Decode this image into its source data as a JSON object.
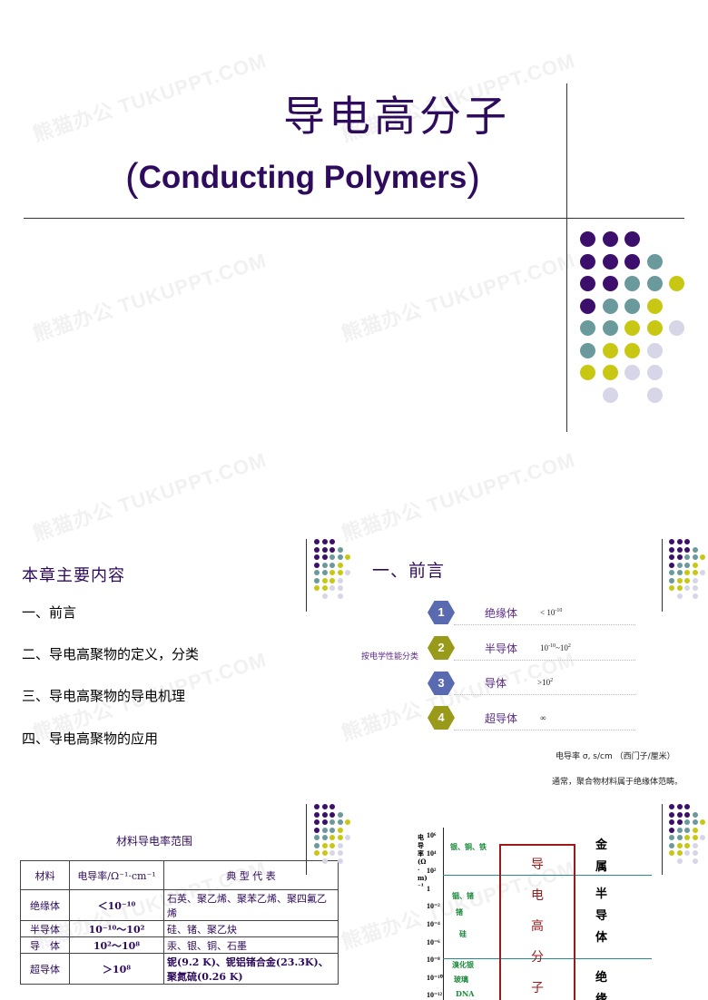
{
  "watermark": "熊猫办公 TUKUPPT.COM",
  "slide1": {
    "title_cn": "导电高分子",
    "title_en": "Conducting Polymers",
    "paren_open": "(",
    "paren_close": ")"
  },
  "colors": {
    "purple": "#3b0f6b",
    "teal": "#6a9a9c",
    "lime": "#c8c814",
    "lavender": "#d6d6e8",
    "title": "#2e0b5c"
  },
  "slide2": {
    "toc_title": "本章主要内容",
    "toc_items": [
      "一、前言",
      "二、导电高聚物的定义，分类",
      "三、导电高聚物的导电机理",
      "四、导电高聚物的应用"
    ]
  },
  "slide3": {
    "title": "一、前言",
    "side_label": "按电学性能分类",
    "items": [
      {
        "num": "1",
        "label": "绝缘体",
        "value_base": "< 10",
        "value_exp": "-10",
        "value_tail": ""
      },
      {
        "num": "2",
        "label": "半导体",
        "value_base": "10",
        "value_exp": "-10",
        "value_tail": "~10",
        "value_exp2": "2"
      },
      {
        "num": "3",
        "label": "导体",
        "value_base": ">10",
        "value_exp": "2",
        "value_tail": ""
      },
      {
        "num": "4",
        "label": "超导体",
        "value_base": "∞",
        "value_exp": "",
        "value_tail": ""
      }
    ],
    "note1": "电导率 σ, s/cm （西门子/厘米）",
    "note2": "通常，聚合物材料属于绝缘体范畴。"
  },
  "slide4": {
    "title": "材料导电率范围",
    "headers": [
      "材料",
      "电导率/Ω⁻¹·cm⁻¹",
      "典 型 代 表"
    ],
    "rows": [
      {
        "material": "绝缘体",
        "cond": "＜10⁻¹⁰",
        "examples": "石英、聚乙烯、聚苯乙烯、聚四氟乙烯"
      },
      {
        "material": "半导体",
        "cond": "10⁻¹⁰～10²",
        "examples": "硅、锗、聚乙炔"
      },
      {
        "material": "导　体",
        "cond": "10²～10⁸",
        "examples": "汞、银、铜、石墨"
      },
      {
        "material": "超导体",
        "cond": "＞10⁸",
        "examples": "铌(9.2 K)、铌铝锗合金(23.3K)、聚氮硫(0.26 K)"
      }
    ]
  },
  "slide5": {
    "axis_label": "电导率(Ω·m)⁻¹",
    "scale": [
      "10⁶",
      "10⁴",
      "10²",
      "1",
      "10⁻²",
      "10⁻⁴",
      "10⁻⁶",
      "10⁻⁸",
      "10⁻¹⁰",
      "10⁻¹²"
    ],
    "green_labels": [
      "银、铜、铁",
      "铟、锗",
      "锗",
      "硅",
      "溴化银",
      "玻璃",
      "DNA"
    ],
    "center_chars": [
      "导",
      "电",
      "高",
      "分",
      "子"
    ],
    "right_labels": [
      "金",
      "属",
      "半",
      "导",
      "体",
      "绝",
      "缘"
    ]
  }
}
